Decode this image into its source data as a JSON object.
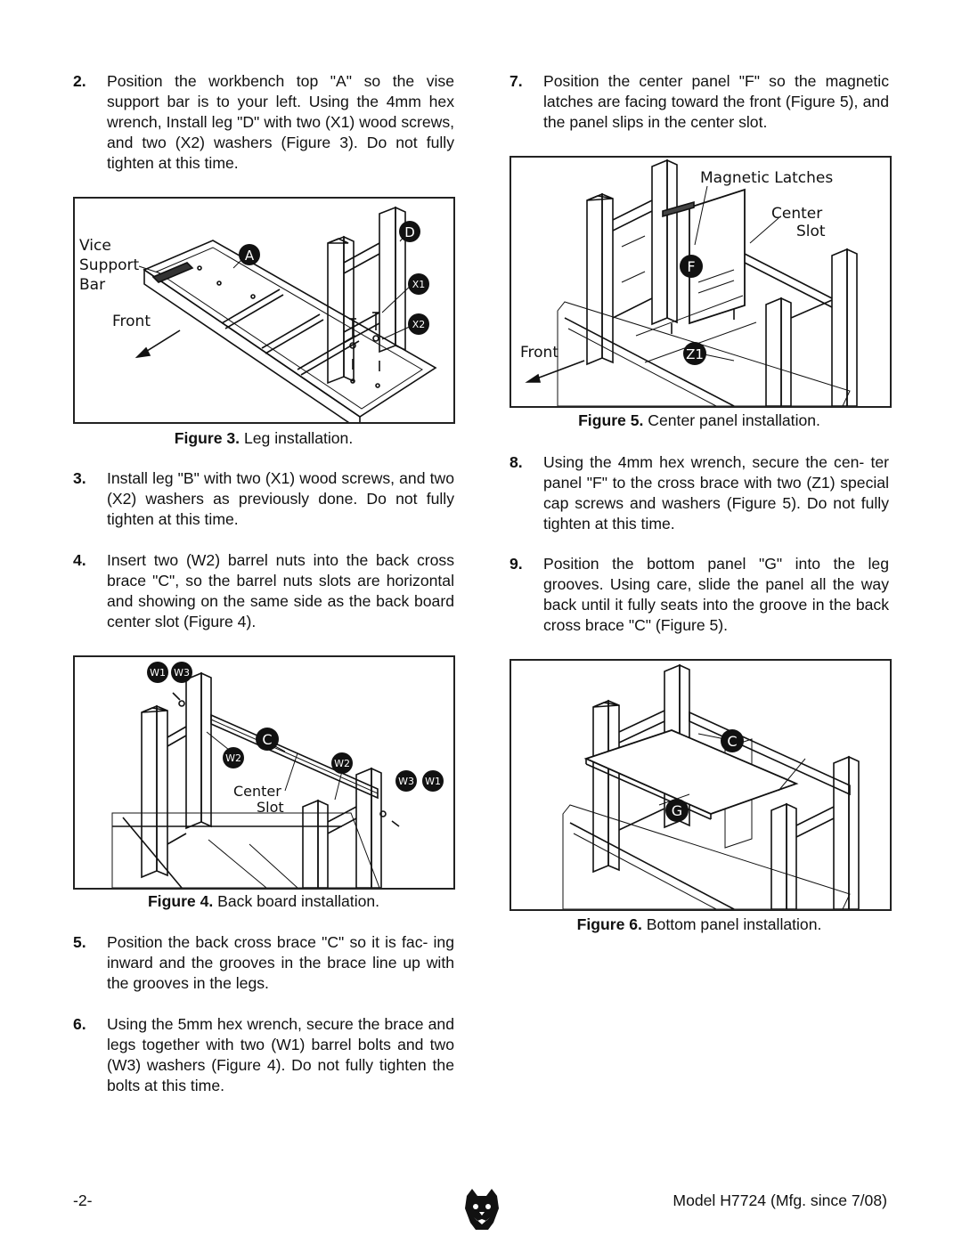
{
  "left_column": {
    "step2": {
      "num": "2.",
      "text": "Position the workbench top \"A\" so the vise support bar is to your left. Using the 4mm hex wrench, Install leg \"D\" with two (X1) wood screws, and two (X2) washers (Figure 3). Do not fully tighten at this time."
    },
    "figure3": {
      "callouts": {
        "vice_support_bar": [
          "Vice",
          "Support",
          "Bar"
        ],
        "front": "Front",
        "a": "A",
        "d": "D",
        "x1": "X1",
        "x2": "X2"
      },
      "caption_label": "Figure 3.",
      "caption_text": " Leg installation."
    },
    "step3": {
      "num": "3.",
      "text": "Install leg \"B\" with two (X1) wood screws, and two (X2) washers as previously done. Do not fully tighten at this time."
    },
    "step4": {
      "num": "4.",
      "text": "Insert two (W2) barrel nuts into the back cross brace \"C\", so the barrel nuts slots are horizontal and showing on the same side as the back board center slot (Figure 4)."
    },
    "figure4": {
      "callouts": {
        "w1_a": "W1",
        "w3_a": "W3",
        "c": "C",
        "w2_a": "W2",
        "w2_b": "W2",
        "w3_b": "W3",
        "w1_b": "W1",
        "center_slot": [
          "Center",
          "Slot"
        ]
      },
      "caption_label": "Figure 4.",
      "caption_text": " Back board installation."
    },
    "step5": {
      "num": "5.",
      "text": "Position the back cross brace \"C\" so it is fac- ing inward and the grooves in the brace line up with the grooves in the legs."
    },
    "step6": {
      "num": "6.",
      "text": "Using the 5mm hex wrench, secure the brace and legs together with two (W1) barrel bolts and two (W3) washers (Figure 4). Do not fully tighten the bolts at this time."
    }
  },
  "right_column": {
    "step7": {
      "num": "7.",
      "text": "Position the center panel \"F\" so the magnetic latches are facing toward the front (Figure 5), and the panel slips in the center slot."
    },
    "figure5": {
      "callouts": {
        "magnetic_latches": "Magnetic Latches",
        "center_slot": [
          "Center",
          "Slot"
        ],
        "f": "F",
        "front": "Front",
        "z1": "Z1"
      },
      "caption_label": "Figure 5.",
      "caption_text": " Center panel installation."
    },
    "step8": {
      "num": "8.",
      "text": "Using the 4mm hex wrench, secure the cen- ter panel \"F\" to the cross brace with two (Z1) special cap screws and washers (Figure 5). Do not fully tighten at this time."
    },
    "step9": {
      "num": "9.",
      "text": "Position the bottom panel \"G\" into the leg grooves. Using care, slide the panel all the way back until it fully seats into the groove in the back cross brace \"C\" (Figure 5)."
    },
    "figure6": {
      "callouts": {
        "c": "C",
        "g": "G"
      },
      "caption_label": "Figure 6.",
      "caption_text": " Bottom panel installation."
    }
  },
  "footer": {
    "page_number": "-2-",
    "model": "Model H7724 (Mfg. since 7/08)",
    "logo_icon": "bear-head-logo-icon"
  }
}
